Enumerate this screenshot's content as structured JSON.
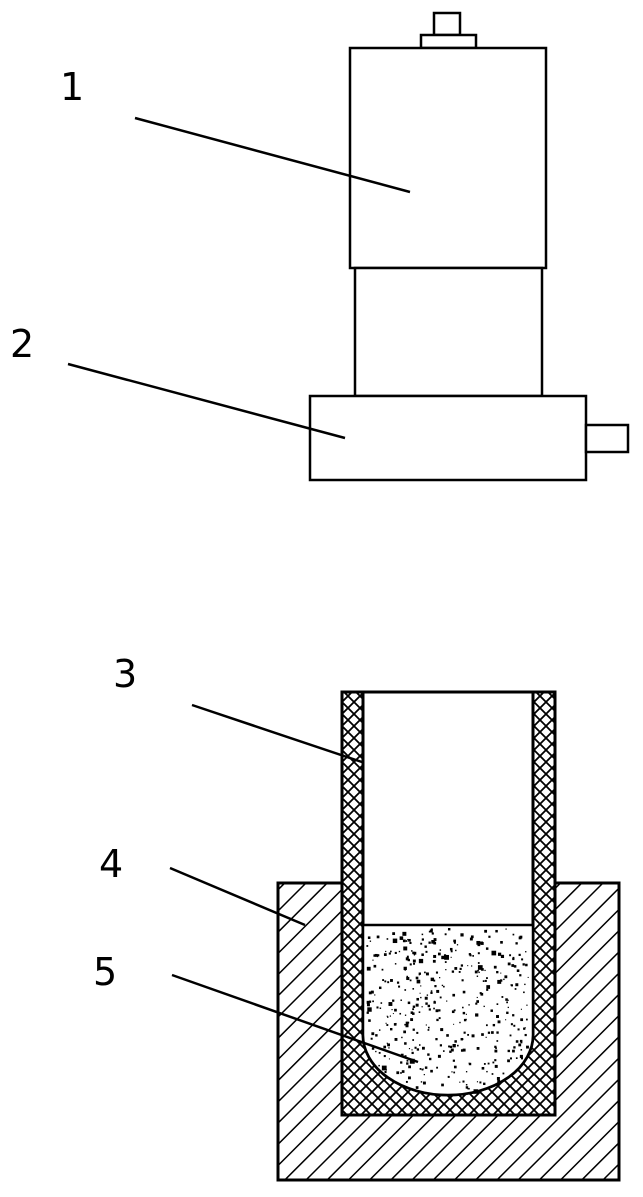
{
  "labels": {
    "part1": "1",
    "part2": "2",
    "part3": "3",
    "part4": "4",
    "part5": "5"
  },
  "colors": {
    "stroke": "#000000",
    "background": "#ffffff"
  }
}
